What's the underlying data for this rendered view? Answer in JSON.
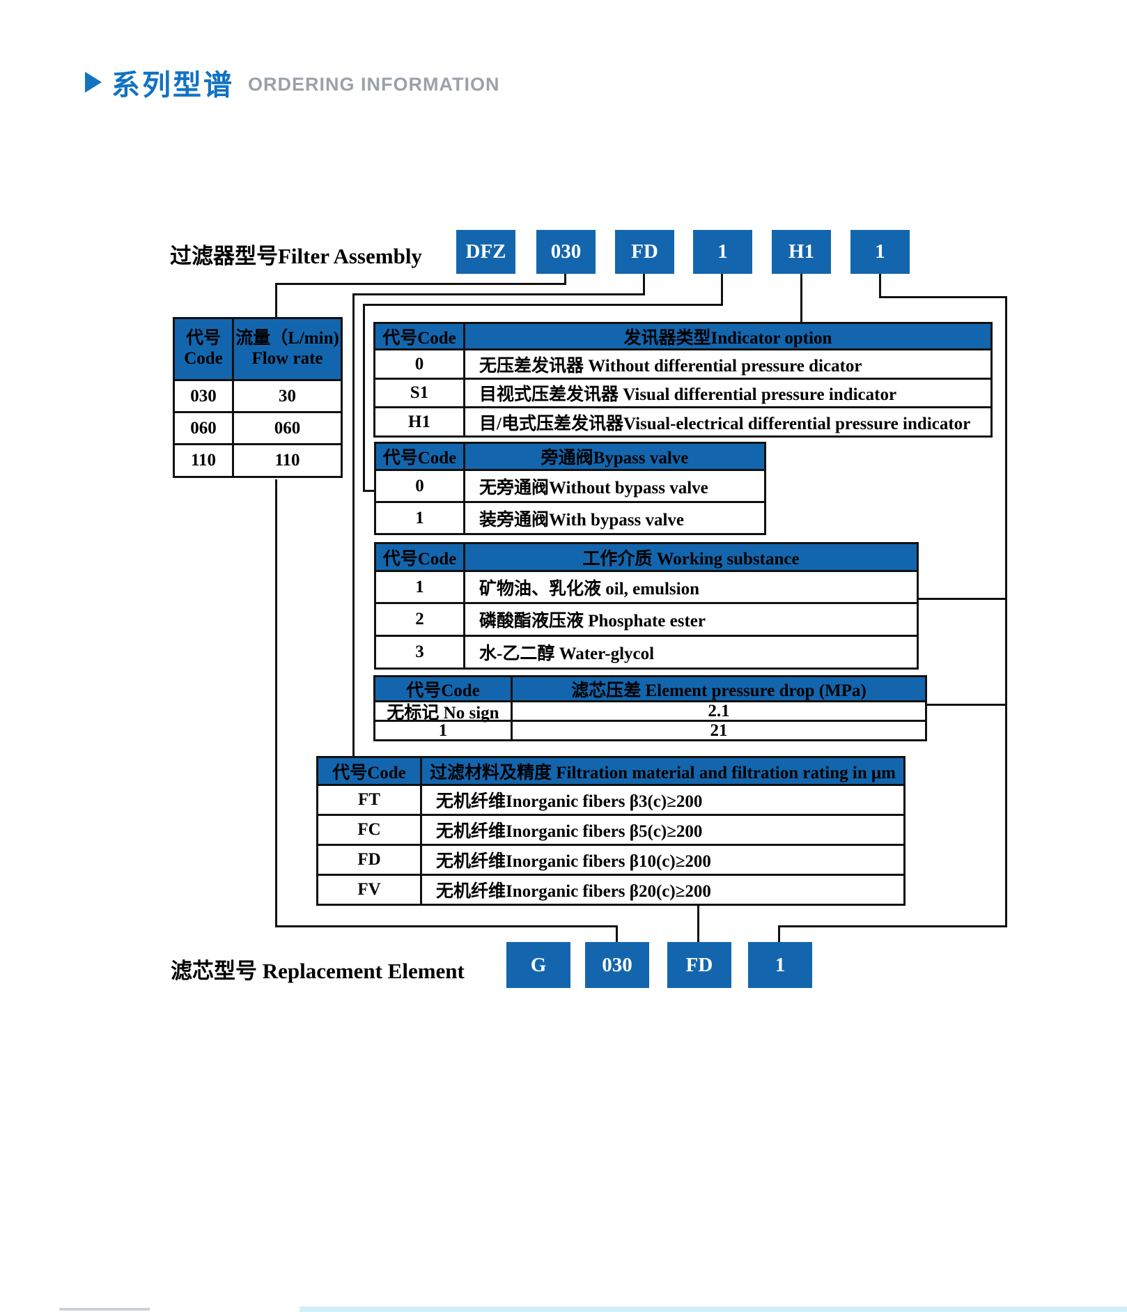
{
  "header": {
    "title_zh": "系列型谱",
    "title_en": "ORDERING INFORMATION"
  },
  "assembly": {
    "label": "过滤器型号Filter Assembly",
    "codes": [
      "DFZ",
      "030",
      "FD",
      "1",
      "H1",
      "1"
    ]
  },
  "element": {
    "label": "滤芯型号 Replacement Element",
    "codes": [
      "G",
      "030",
      "FD",
      "1"
    ]
  },
  "tables": {
    "flow": {
      "header": {
        "code_zh": "代号",
        "code_en": "Code",
        "val_zh": "流量（L/min)",
        "val_en": "Flow rate"
      },
      "rows": [
        [
          "030",
          "30"
        ],
        [
          "060",
          "060"
        ],
        [
          "110",
          "110"
        ]
      ]
    },
    "indicator": {
      "header": [
        "代号Code",
        "发讯器类型Indicator option"
      ],
      "rows": [
        [
          "0",
          "无压差发讯器 Without differential pressure dicator"
        ],
        [
          "S1",
          "目视式压差发讯器 Visual differential pressure indicator"
        ],
        [
          "H1",
          "目/电式压差发讯器Visual-electrical differential pressure indicator"
        ]
      ]
    },
    "bypass": {
      "header": [
        "代号Code",
        "旁通阀Bypass valve"
      ],
      "rows": [
        [
          "0",
          "无旁通阀Without bypass valve"
        ],
        [
          "1",
          "装旁通阀With bypass valve"
        ]
      ]
    },
    "substance": {
      "header": [
        "代号Code",
        "工作介质 Working substance"
      ],
      "rows": [
        [
          "1",
          "矿物油、乳化液 oil, emulsion"
        ],
        [
          "2",
          "磷酸酯液压液 Phosphate ester"
        ],
        [
          "3",
          "水-乙二醇 Water-glycol"
        ]
      ]
    },
    "pressure": {
      "header": [
        "代号Code",
        "滤芯压差 Element pressure drop (MPa)"
      ],
      "rows": [
        [
          "无标记 No sign",
          "2.1"
        ],
        [
          "1",
          "21"
        ]
      ]
    },
    "filtration": {
      "header": [
        "代号Code",
        "过滤材料及精度 Filtration material and filtration rating in μm"
      ],
      "rows": [
        [
          "FT",
          "无机纤维Inorganic fibers β3(c)≥200"
        ],
        [
          "FC",
          "无机纤维Inorganic fibers β5(c)≥200"
        ],
        [
          "FD",
          "无机纤维Inorganic fibers β10(c)≥200"
        ],
        [
          "FV",
          "无机纤维Inorganic fibers β20(c)≥200"
        ]
      ]
    }
  },
  "colors": {
    "accent_blue": "#1366ad",
    "title_blue": "#1273c0",
    "title_gray": "#9ba1a8",
    "line_black": "#111111",
    "footer_light_blue": "#d2eff7"
  }
}
